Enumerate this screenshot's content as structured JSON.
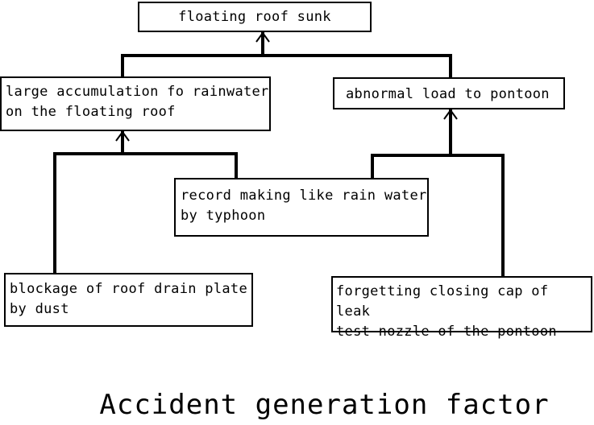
{
  "diagram": {
    "nodes": [
      {
        "id": "n-top",
        "text": "floating roof sunk"
      },
      {
        "id": "n-rain",
        "text": "large accumulation fo rainwater\non the floating roof"
      },
      {
        "id": "n-load",
        "text": "abnormal load to pontoon"
      },
      {
        "id": "n-typhoon",
        "text": "record making like rain water\nby typhoon"
      },
      {
        "id": "n-drain",
        "text": "blockage of roof drain plate\nby dust"
      },
      {
        "id": "n-cap",
        "text": "forgetting closing cap of leak\ntest nozzle of the pontoon"
      }
    ],
    "edges": [
      {
        "from": "n-rain",
        "to": "n-top"
      },
      {
        "from": "n-load",
        "to": "n-top"
      },
      {
        "from": "n-drain",
        "to": "n-rain"
      },
      {
        "from": "n-typhoon",
        "to": "n-rain"
      },
      {
        "from": "n-typhoon",
        "to": "n-load"
      },
      {
        "from": "n-cap",
        "to": "n-load"
      }
    ],
    "caption": "Accident generation factor",
    "colors": {
      "line": "#000000",
      "box_border": "#000000",
      "background": "#ffffff"
    }
  }
}
